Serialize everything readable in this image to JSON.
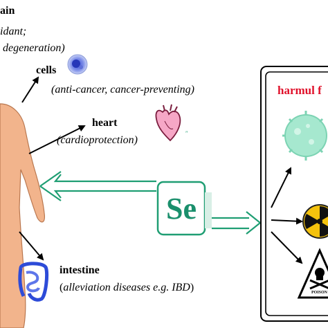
{
  "labels": {
    "brain_title": "ain",
    "brain_line1": "idant;",
    "brain_line2": "degeneration)",
    "cells_title": "cells",
    "cells_desc": "(anti-cancer,  cancer-preventing)",
    "heart_title": "heart",
    "heart_desc": "(cardioprotection)",
    "intestine_title": "intestine",
    "intestine_desc_open": "(",
    "intestine_desc": "alleviation diseases e.g. IBD",
    "intestine_desc_close": ")",
    "harmful_title": "harmul f",
    "se_label": "Se",
    "poison_label": "POISON"
  },
  "colors": {
    "arrow_green": "#1f9e73",
    "se_border": "#1f9e73",
    "body_skin": "#f2b48c",
    "virus_green": "#9fe6c9",
    "radiation_yellow": "#f4c20d",
    "harmful_red": "#e0102a"
  }
}
